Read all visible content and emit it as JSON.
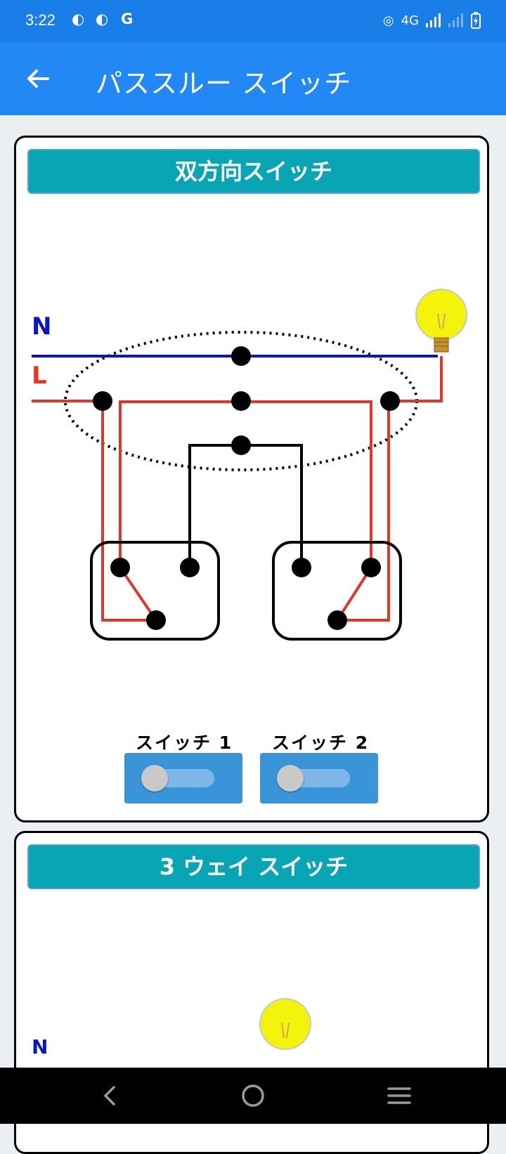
{
  "status": {
    "time": "3:22",
    "network": "4G"
  },
  "appbar": {
    "title": "パススルー スイッチ"
  },
  "card1": {
    "title": "双方向スイッチ",
    "diagram": {
      "neutral_label": "N",
      "live_label": "L"
    },
    "switches": [
      {
        "label": "スイッチ 1",
        "on": false
      },
      {
        "label": "スイッチ 2",
        "on": false
      }
    ]
  },
  "card2": {
    "title": "3 ウェイ スイッチ",
    "diagram": {
      "neutral_label": "N"
    }
  },
  "colors": {
    "statusbar": "#1a7ee8",
    "appbar": "#2188f5",
    "card_header": "#08a6b4",
    "neutral_wire": "#0a14c8",
    "live_wire": "#e53526",
    "bulb": "#f4f40a"
  }
}
